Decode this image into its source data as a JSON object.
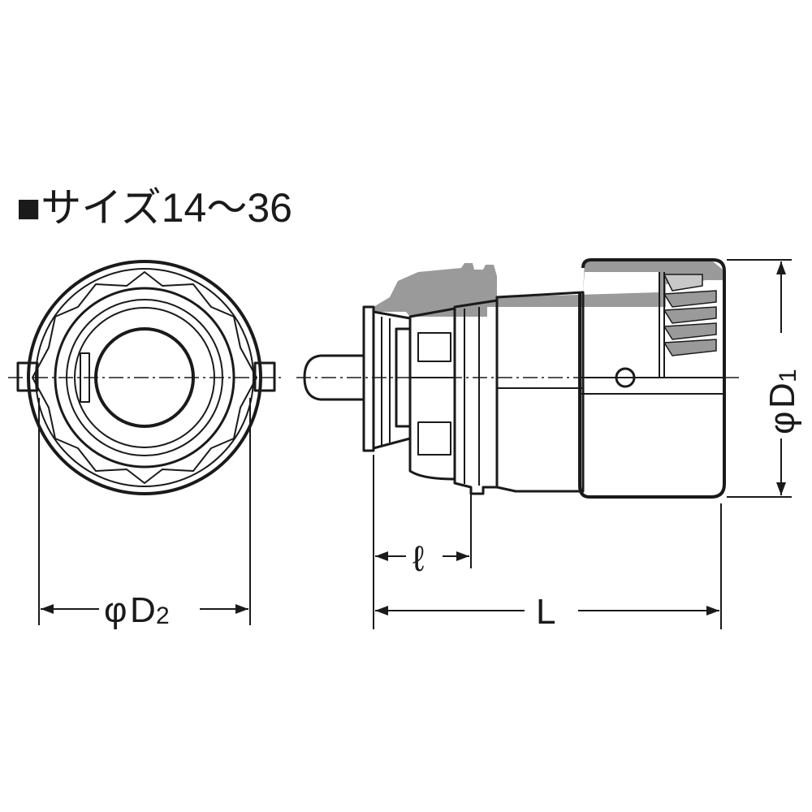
{
  "title": {
    "text": "■サイズ14～36"
  },
  "dimensions": {
    "phi": "φ",
    "d2_main": "D",
    "d2_sub": "2",
    "d1_main": "D",
    "d1_sub": "1",
    "ell": "ℓ",
    "l": "L"
  },
  "colors": {
    "line": "#1a1a1a",
    "shade": "#9a9a9a",
    "light_shade": "#c8c8c8",
    "background": "#ffffff"
  }
}
